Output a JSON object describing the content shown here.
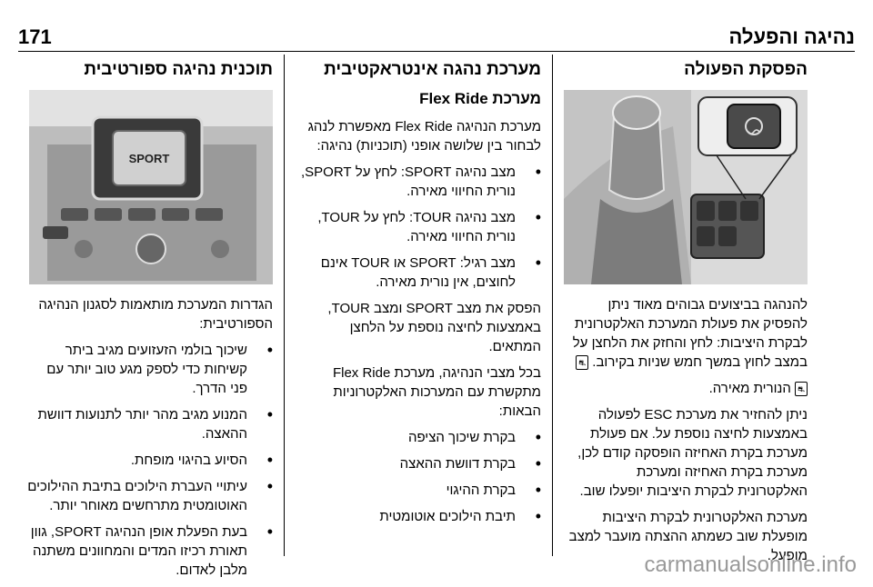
{
  "header": {
    "page_number": "171",
    "running_title": "נהיגה והפעלה"
  },
  "left": {
    "heading": "תוכנית נהיגה ספורטיבית",
    "figure_label": "SPORT",
    "intro": "הגדרות המערכת מותאמות לסגנון הנהיגה הספורטיבית:",
    "bullets": [
      "שיכוך בולמי הזעזועים מגיב ביתר קשיחות כדי לספק מגע טוב יותר עם פני הדרך.",
      "המנוע מגיב מהר יותר לתנועות דוושת ההאצה.",
      "הסיוע בהיגוי מופחת.",
      "עיתויי העברת הילוכים בתיבת ההילוכים האוטומטית מתרחשים מאוחר יותר.",
      "בעת הפעלת אופן הנהיגה SPORT, גוון תאורת רכיזו המדים והמחוונים משתנה מלבן לאדום."
    ]
  },
  "middle": {
    "heading": "מערכת נהגה אינטראקטיבית",
    "subheading": "מערכת Flex Ride",
    "intro": "מערכת הנהיגה Flex Ride מאפשרת לנהג לבחור בין שלושה אופני (תוכניות) נהיגה:",
    "bullets": [
      "מצב נהיגה SPORT: לחץ על SPORT, נורית החיווי מאירה.",
      "מצב נהיגה TOUR: לחץ על TOUR, נורית החיווי מאירה.",
      "מצב רגיל: SPORT או TOUR אינם לחוצים, אין נורית מאירה."
    ],
    "para1": "הפסק את מצב SPORT ומצב TOUR, באמצעות לחיצה נוספת על הלחצן המתאים.",
    "para2": "בכל מצבי הנהיגה, מערכת Flex Ride מתקשרת עם המערכות האלקטרוניות הבאות:",
    "systems": [
      "בקרת שיכוך הציפה",
      "בקרת דוושת ההאצה",
      "בקרת ההיגוי",
      "תיבת הילוכים אוטומטית"
    ]
  },
  "right": {
    "heading": "הפסקת הפעולה",
    "para1": "להנהגה בביצועים גבוהים מאוד ניתן להפסיק את פעולת המערכת האלקטרונית לבקרת היציבות: לחץ והחזק את הלחצן על במצב לחוץ במשך חמש שניות בקירוב.",
    "para2": "הנורית מאירה.",
    "para3": "ניתן להחזיר את מערכת ESC לפעולה באמצעות לחיצה נוספת על. אם פעולת מערכת בקרת האחיזה הופסקה קודם לכן, מערכת בקרת האחיזה ומערכת האלקטרונית לבקרת היציבות יופעלו שוב.",
    "para4": "מערכת האלקטרונית לבקרת היציבות מופעלת שוב כשמתג ההצתה מועבר למצב מופעל."
  },
  "watermark": "carmanualsonline.info"
}
